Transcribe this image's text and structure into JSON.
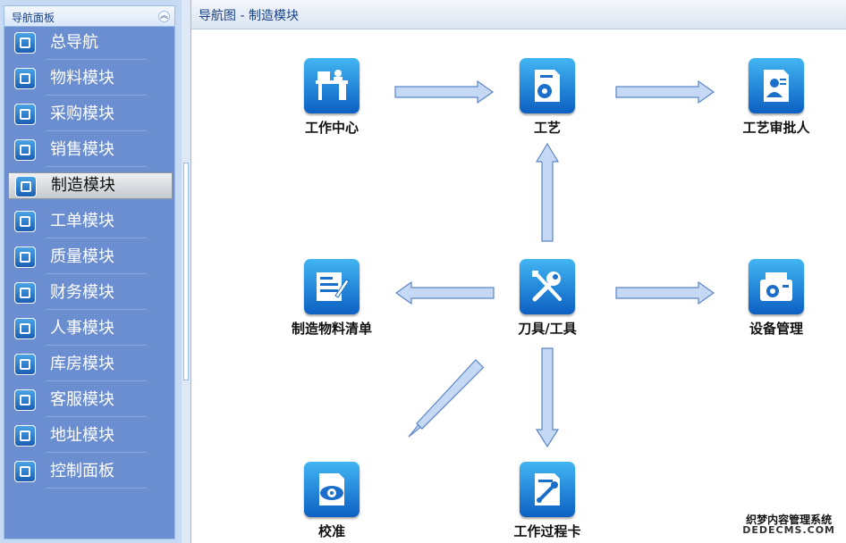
{
  "nav_panel": {
    "title": "导航面板",
    "items": [
      {
        "label": "总导航"
      },
      {
        "label": "物料模块"
      },
      {
        "label": "采购模块"
      },
      {
        "label": "销售模块"
      },
      {
        "label": "制造模块"
      },
      {
        "label": "工单模块"
      },
      {
        "label": "质量模块"
      },
      {
        "label": "财务模块"
      },
      {
        "label": "人事模块"
      },
      {
        "label": "库房模块"
      },
      {
        "label": "客服模块"
      },
      {
        "label": "地址模块"
      },
      {
        "label": "控制面板"
      }
    ],
    "active_item": "制造模块"
  },
  "main": {
    "title": "导航图 -  制造模块",
    "nodes": {
      "work_center": "工作中心",
      "process": "工艺",
      "process_approver": "工艺审批人",
      "mfg_bom": "制造物料清单",
      "tools": "刀具/工具",
      "equipment": "设备管理",
      "calibration": "校准",
      "routing_card": "工作过程卡"
    }
  },
  "watermark": {
    "line1": "织梦内容管理系统",
    "line2": "DEDECMS.COM"
  },
  "colors": {
    "nav_bg": "#6b8ed0",
    "icon_top": "#42b5f3",
    "icon_bottom": "#0c60c2",
    "arrow_fill": "#c5d9f4",
    "arrow_stroke": "#5b86c6"
  }
}
